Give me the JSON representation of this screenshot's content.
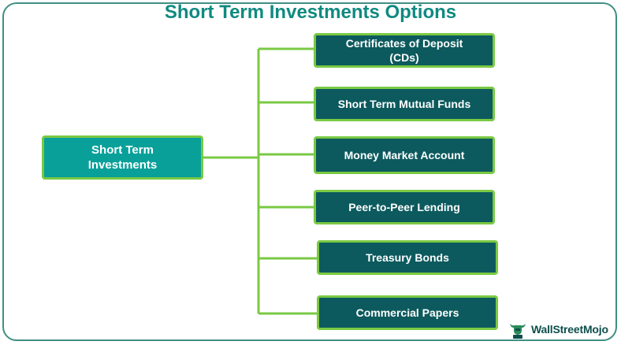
{
  "title": "Short Term Investments Options",
  "root": {
    "label_line1": "Short Term",
    "label_line2": "Investments"
  },
  "options": [
    {
      "line1": "Certificates of Deposit",
      "line2": "(CDs)"
    },
    {
      "line1": "Short Term Mutual Funds",
      "line2": ""
    },
    {
      "line1": "Money Market Account",
      "line2": ""
    },
    {
      "line1": "Peer-to-Peer Lending",
      "line2": ""
    },
    {
      "line1": "Treasury Bonds",
      "line2": ""
    },
    {
      "line1": "Commercial Papers",
      "line2": ""
    }
  ],
  "logo": {
    "text": "WallStreetMojo"
  },
  "colors": {
    "title": "#0f8a80",
    "root_fill": "#0aa09a",
    "leaf_fill": "#0c5a5e",
    "connector": "#7ac943",
    "frame": "#3f8f82"
  }
}
